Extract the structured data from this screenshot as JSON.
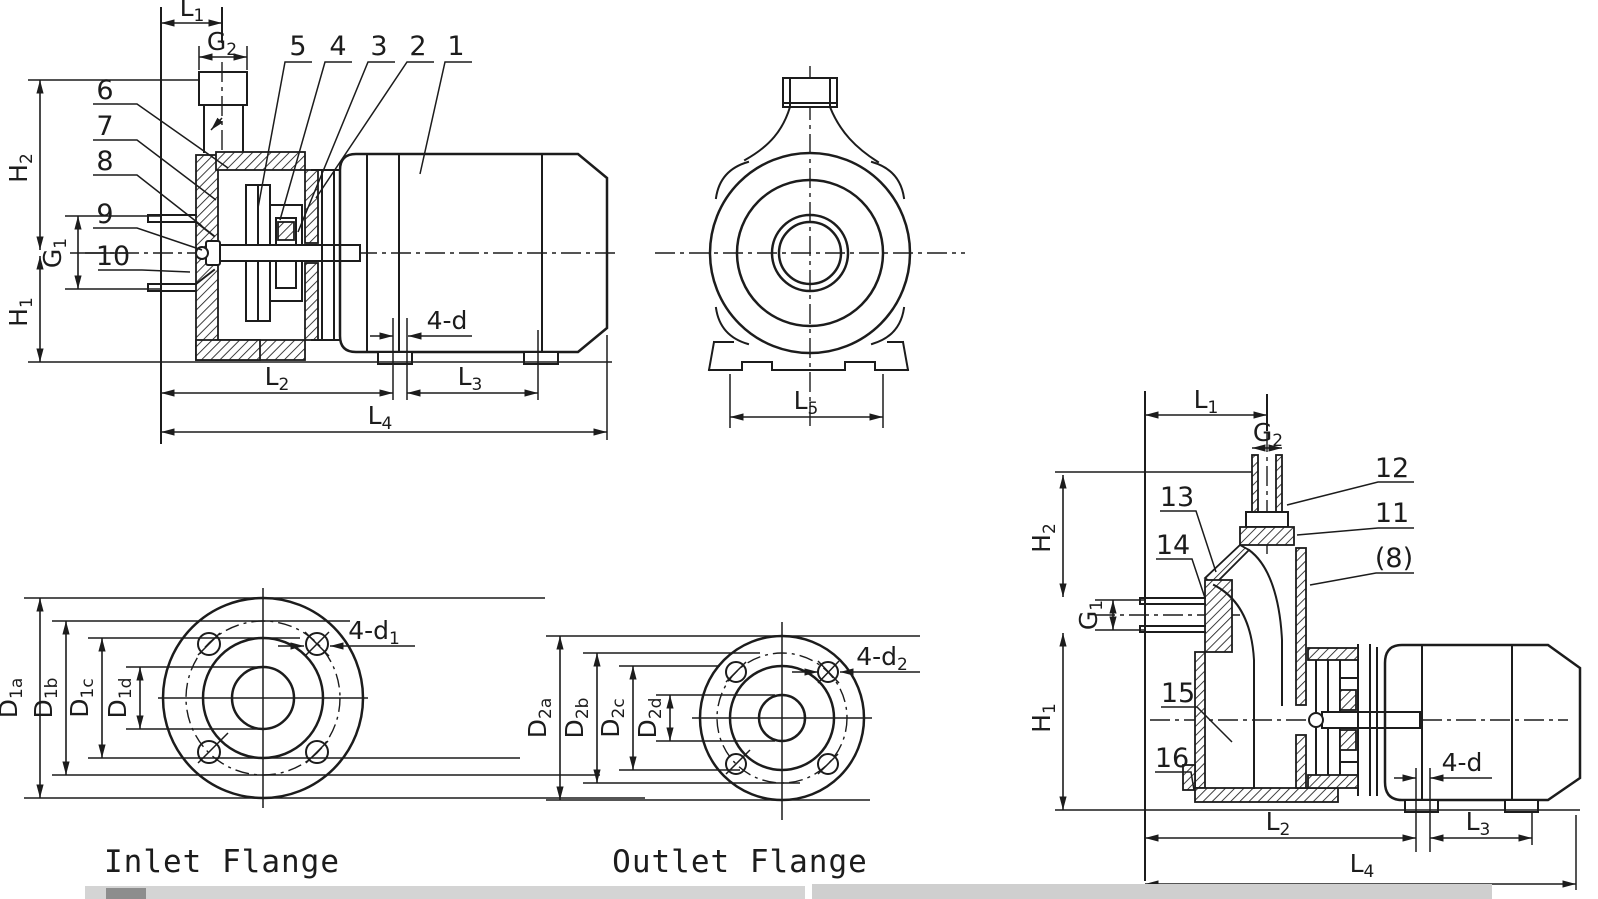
{
  "colors": {
    "line": "#1c1c1c",
    "background": "#ffffff",
    "strip_left": "#d4d4d4",
    "strip_right": "#cfcfcf",
    "caption_mark": "#8d8d8d"
  },
  "labels": {
    "L1": {
      "b": "L",
      "s": "1"
    },
    "L2": {
      "b": "L",
      "s": "2"
    },
    "L3": {
      "b": "L",
      "s": "3"
    },
    "L4": {
      "b": "L",
      "s": "4"
    },
    "L5": {
      "b": "L",
      "s": "5"
    },
    "G1": {
      "b": "G",
      "s": "1"
    },
    "G2": {
      "b": "G",
      "s": "2"
    },
    "H1": {
      "b": "H",
      "s": "1"
    },
    "H2": {
      "b": "H",
      "s": "2"
    },
    "d": {
      "b": "4-d",
      "s": ""
    },
    "d1": {
      "b": "4-d",
      "s": "1"
    },
    "d2": {
      "b": "4-d",
      "s": "2"
    },
    "D1a": {
      "b": "D",
      "s": "1a"
    },
    "D1b": {
      "b": "D",
      "s": "1b"
    },
    "D1c": {
      "b": "D",
      "s": "1c"
    },
    "D1d": {
      "b": "D",
      "s": "1d"
    },
    "D2a": {
      "b": "D",
      "s": "2a"
    },
    "D2b": {
      "b": "D",
      "s": "2b"
    },
    "D2c": {
      "b": "D",
      "s": "2c"
    },
    "D2d": {
      "b": "D",
      "s": "2d"
    }
  },
  "parts": {
    "p1": "1",
    "p2": "2",
    "p3": "3",
    "p4": "4",
    "p5": "5",
    "p6": "6",
    "p7": "7",
    "p8": "8",
    "p9": "9",
    "p10": "10",
    "p11": "11",
    "p12": "12",
    "p8p": "(8)",
    "p13": "13",
    "p14": "14",
    "p15": "15",
    "p16": "16"
  },
  "titles": {
    "inlet": "Inlet Flange",
    "outlet": "Outlet Flange"
  }
}
